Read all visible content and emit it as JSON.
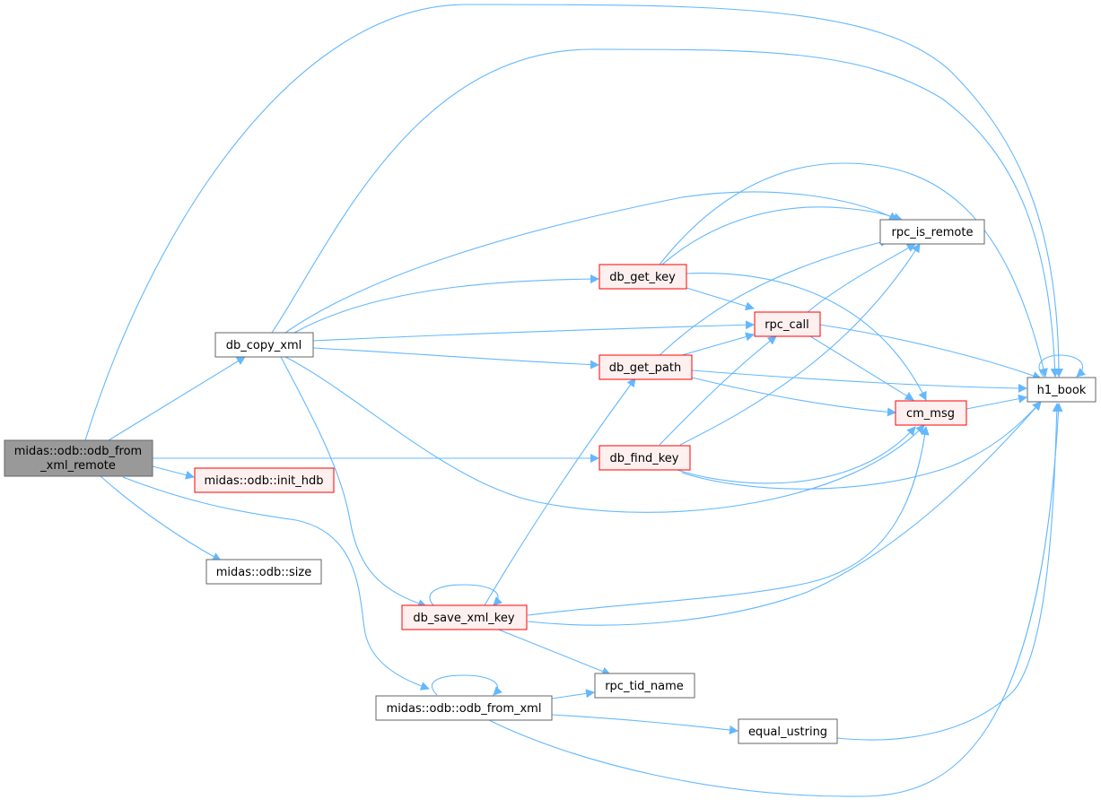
{
  "colors": {
    "edge": "#63b8ff",
    "node_border": "#666666",
    "node_red_border": "#ff0000",
    "node_red_fill": "#fff0f0",
    "node_fill": "#ffffff",
    "root_fill": "#999999"
  },
  "nodes": {
    "odb_from_xml_remote": {
      "line1": "midas::odb::odb_from",
      "line2": "_xml_remote"
    },
    "db_copy_xml": {
      "label": "db_copy_xml"
    },
    "init_hdb": {
      "label": "midas::odb::init_hdb"
    },
    "size": {
      "label": "midas::odb::size"
    },
    "db_get_key": {
      "label": "db_get_key"
    },
    "db_get_path": {
      "label": "db_get_path"
    },
    "db_find_key": {
      "label": "db_find_key"
    },
    "db_save_xml_key": {
      "label": "db_save_xml_key"
    },
    "odb_from_xml": {
      "label": "midas::odb::odb_from_xml"
    },
    "rpc_is_remote": {
      "label": "rpc_is_remote"
    },
    "rpc_call": {
      "label": "rpc_call"
    },
    "cm_msg": {
      "label": "cm_msg"
    },
    "h1_book": {
      "label": "h1_book"
    },
    "rpc_tid_name": {
      "label": "rpc_tid_name"
    },
    "equal_ustring": {
      "label": "equal_ustring"
    }
  }
}
